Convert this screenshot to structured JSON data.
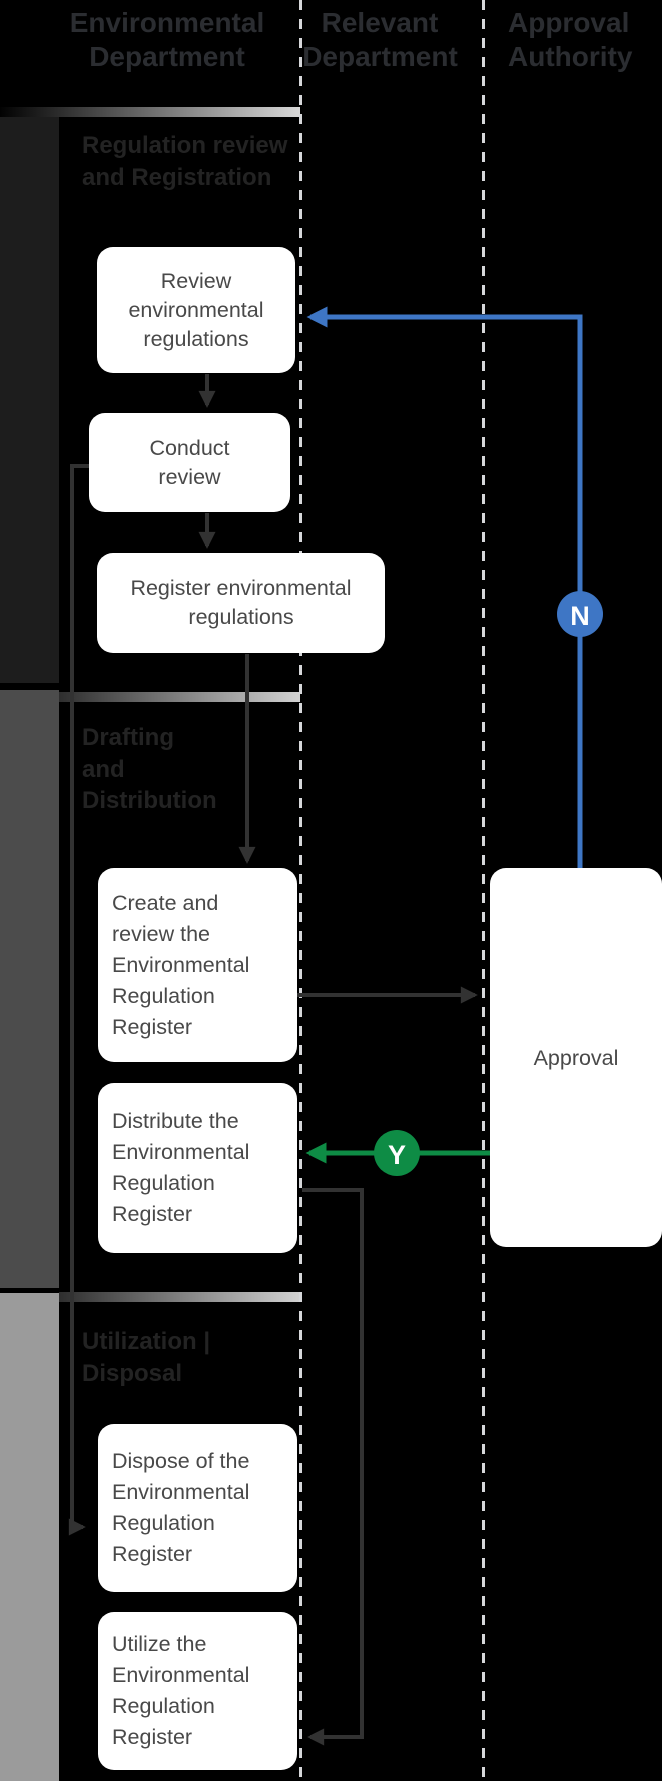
{
  "lanes": {
    "env_department": "Environmental\nDepartment",
    "relevant_department": "Relevant\nDepartment",
    "approval_authority": "Approval\nAuthority"
  },
  "sections": [
    {
      "title": "Regulation review\nand Registration"
    },
    {
      "title": "Drafting\nand\nDistribution"
    },
    {
      "title": "Utilization |\nDisposal"
    }
  ],
  "nodes": {
    "review": "Review\nenvironmental\nregulations",
    "conduct": "Conduct\nreview",
    "register": "Register environmental\nregulations",
    "create": "Create and\nreview the\nEnvironmental\nRegulation\nRegister",
    "distribute": "Distribute the\nEnvironmental\nRegulation\nRegister",
    "approval": "Approval",
    "dispose": "Dispose of the\nEnvironmental\nRegulation\nRegister",
    "utilize": "Utilize the\nEnvironmental\nRegulation\nRegister"
  },
  "decisions": {
    "no": "N",
    "yes": "Y"
  },
  "colors": {
    "background": "#000000",
    "box_bg": "#ffffff",
    "box_text": "#494949",
    "lane_header_text": "#2b2d31",
    "section_title_text": "#232323",
    "strip_section1": "#1d1d1d",
    "strip_section2": "#4c4c4c",
    "strip_section3": "#9b9b9b",
    "connector_dark": "#323232",
    "connector_blue": "#3e76c5",
    "connector_green": "#0e8c45",
    "divider_dashed": "#d6d7da",
    "badge_letter": "#ffffff"
  }
}
